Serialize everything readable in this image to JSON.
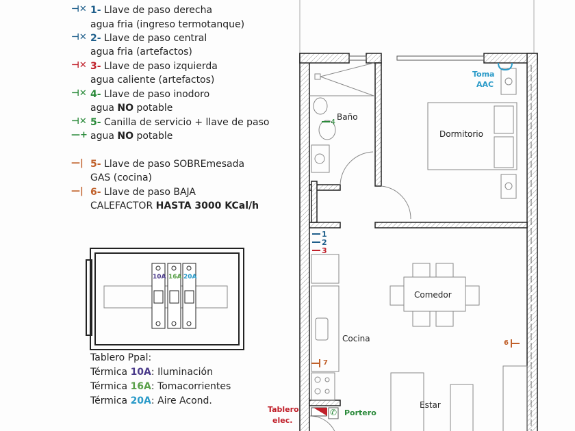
{
  "colors": {
    "blue": "#1f5f8b",
    "red": "#c0202a",
    "green": "#2a8a3a",
    "orange": "#c0602a",
    "purple": "#4a3a8a",
    "lightgreen": "#5aa04a",
    "cyan": "#2a9ac8"
  },
  "legend": {
    "water": [
      {
        "num": "1-",
        "line1": "Llave de paso derecha",
        "line2": "agua fria (ingreso termotanque)",
        "color": "blue",
        "icon": "valve-icon"
      },
      {
        "num": "2-",
        "line1": "Llave de paso central",
        "line2": "agua fria (artefactos)",
        "color": "blue",
        "icon": "valve-icon"
      },
      {
        "num": "3-",
        "line1": "Llave de paso izquierda",
        "line2": "agua caliente (artefactos)",
        "color": "red",
        "icon": "valve-icon"
      },
      {
        "num": "4-",
        "line1": "Llave de paso inodoro",
        "line2a": "agua ",
        "line2b": "NO",
        "line2c": " potable",
        "color": "green",
        "icon": "valve-icon"
      },
      {
        "num": "5-",
        "line1": "Canilla de servicio + llave de paso",
        "line2a": "agua ",
        "line2b": "NO",
        "line2c": " potable",
        "color": "green",
        "icon": "valve-icon"
      }
    ],
    "gas": [
      {
        "num": "5-",
        "line1": "Llave de paso SOBREmesada",
        "line2": "GAS (cocina)"
      },
      {
        "num": "6-",
        "line1": "Llave de paso BAJA",
        "line2a": "CALEFACTOR ",
        "line2b": "HASTA 3000 KCal/h"
      }
    ]
  },
  "panel": {
    "breakers": [
      "10A",
      "16A",
      "20A"
    ],
    "title": "Tablero Ppal:",
    "rows": [
      {
        "prefix": "Térmica ",
        "amp": "10A",
        "sep": ": ",
        "desc": "Iluminación"
      },
      {
        "prefix": "Térmica ",
        "amp": "16A",
        "sep": ": ",
        "desc": "Tomacorrientes"
      },
      {
        "prefix": "Térmica ",
        "amp": "20A",
        "sep": ": ",
        "desc": "Aire Acond."
      }
    ]
  },
  "plan": {
    "rooms": {
      "bano": "Baño",
      "dormitorio": "Dormitorio",
      "comedor": "Comedor",
      "cocina": "Cocina",
      "estar": "Estar"
    },
    "toma": [
      "Toma",
      "AAC"
    ],
    "markers": {
      "v1": "1",
      "v2": "2",
      "v3": "3",
      "v4": "4",
      "g6": "6",
      "g7": "7"
    },
    "tablero": [
      "Tablero",
      "elec."
    ],
    "portero": "Portero"
  }
}
